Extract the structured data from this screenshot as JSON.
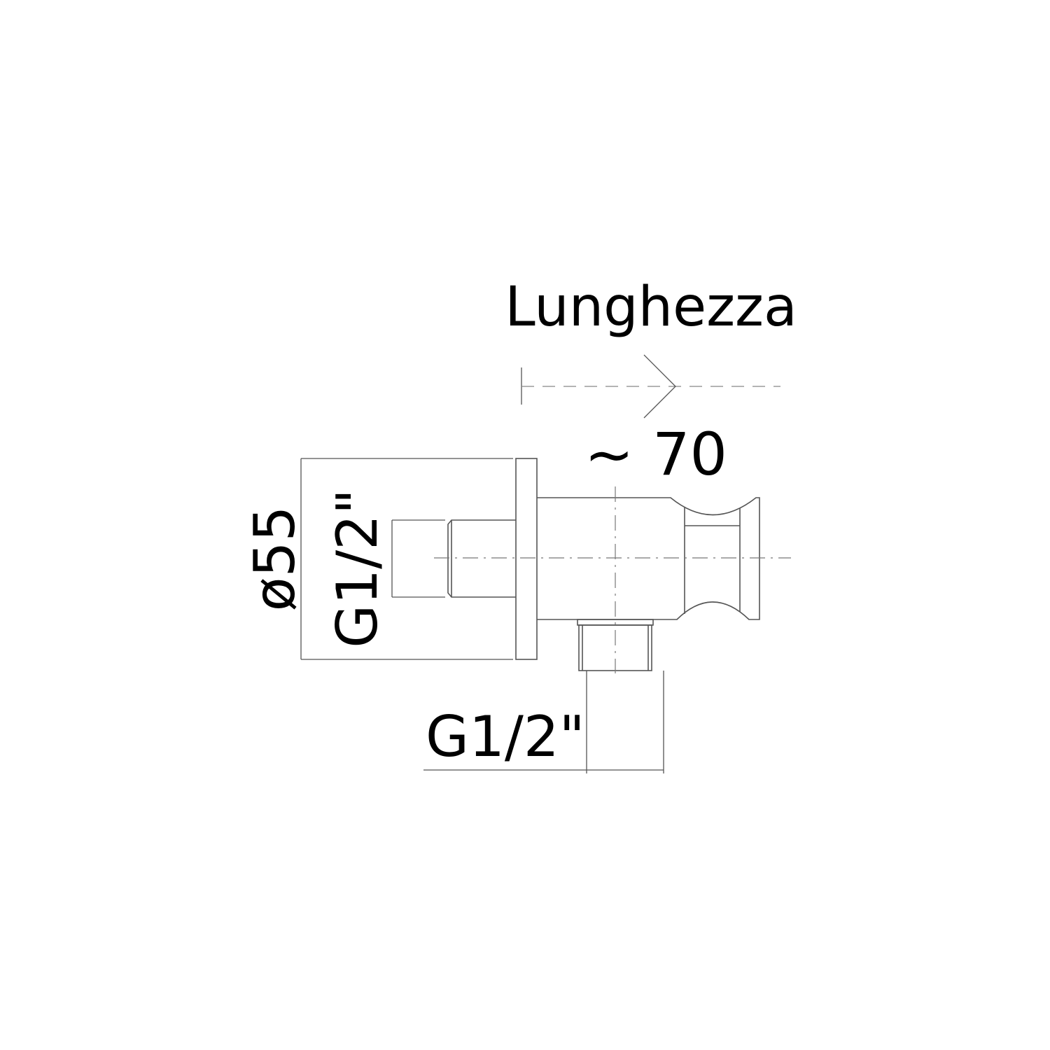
{
  "drawing": {
    "length_label": "Lunghezza",
    "length_value": "~ 70",
    "diameter_label": "ø55",
    "inlet_thread_label": "G1/2\"",
    "outlet_thread_label": "G1/2\""
  },
  "colors": {
    "line": "#555555",
    "text": "#000000",
    "background": "#ffffff"
  }
}
